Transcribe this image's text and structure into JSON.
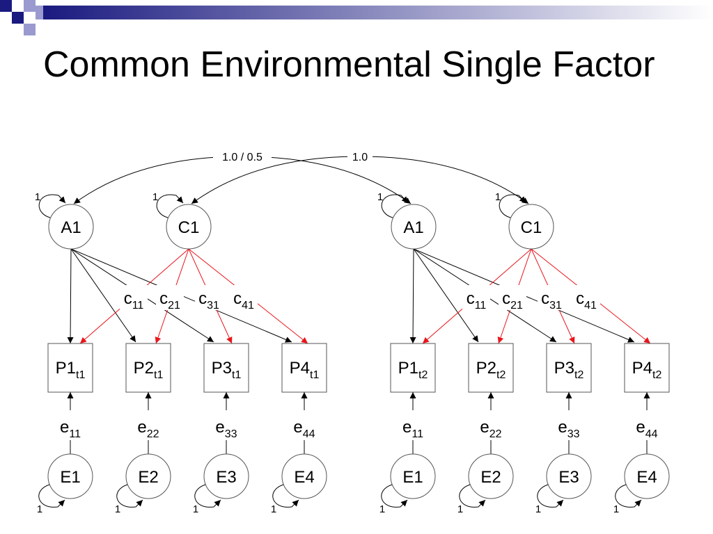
{
  "slide": {
    "title": "Common Environmental Single Factor"
  },
  "diagram": {
    "path_labels": {
      "a_corr": "1.0 / 0.5",
      "c_corr": "1.0"
    },
    "twins": [
      {
        "latents": [
          {
            "id": "A1",
            "label": "A1",
            "variance": "1"
          },
          {
            "id": "C1",
            "label": "C1",
            "variance": "1"
          }
        ],
        "loadings": [
          {
            "base": "c",
            "sub": "11"
          },
          {
            "base": "c",
            "sub": "21"
          },
          {
            "base": "c",
            "sub": "31"
          },
          {
            "base": "c",
            "sub": "41"
          }
        ],
        "phenotypes": [
          {
            "base": "P1",
            "sub": "t1"
          },
          {
            "base": "P2",
            "sub": "t1"
          },
          {
            "base": "P3",
            "sub": "t1"
          },
          {
            "base": "P4",
            "sub": "t1"
          }
        ],
        "errors": [
          {
            "base": "e",
            "sub": "11"
          },
          {
            "base": "e",
            "sub": "22"
          },
          {
            "base": "e",
            "sub": "33"
          },
          {
            "base": "e",
            "sub": "44"
          }
        ],
        "uniques": [
          {
            "label": "E1",
            "variance": "1"
          },
          {
            "label": "E2",
            "variance": "1"
          },
          {
            "label": "E3",
            "variance": "1"
          },
          {
            "label": "E4",
            "variance": "1"
          }
        ]
      },
      {
        "latents": [
          {
            "id": "A1",
            "label": "A1",
            "variance": "1"
          },
          {
            "id": "C1",
            "label": "C1",
            "variance": "1"
          }
        ],
        "loadings": [
          {
            "base": "c",
            "sub": "11"
          },
          {
            "base": "c",
            "sub": "21"
          },
          {
            "base": "c",
            "sub": "31"
          },
          {
            "base": "c",
            "sub": "41"
          }
        ],
        "phenotypes": [
          {
            "base": "P1",
            "sub": "t2"
          },
          {
            "base": "P2",
            "sub": "t2"
          },
          {
            "base": "P3",
            "sub": "t2"
          },
          {
            "base": "P4",
            "sub": "t2"
          }
        ],
        "errors": [
          {
            "base": "e",
            "sub": "11"
          },
          {
            "base": "e",
            "sub": "22"
          },
          {
            "base": "e",
            "sub": "33"
          },
          {
            "base": "e",
            "sub": "44"
          }
        ],
        "uniques": [
          {
            "label": "E1",
            "variance": "1"
          },
          {
            "label": "E2",
            "variance": "1"
          },
          {
            "label": "E3",
            "variance": "1"
          },
          {
            "label": "E4",
            "variance": "1"
          }
        ]
      }
    ],
    "colors": {
      "a_path": "#000000",
      "c_path": "#e8151b",
      "node_stroke": "#555555",
      "deco_dark": "#1a1a80",
      "deco_light": "#9a9ad0"
    }
  }
}
